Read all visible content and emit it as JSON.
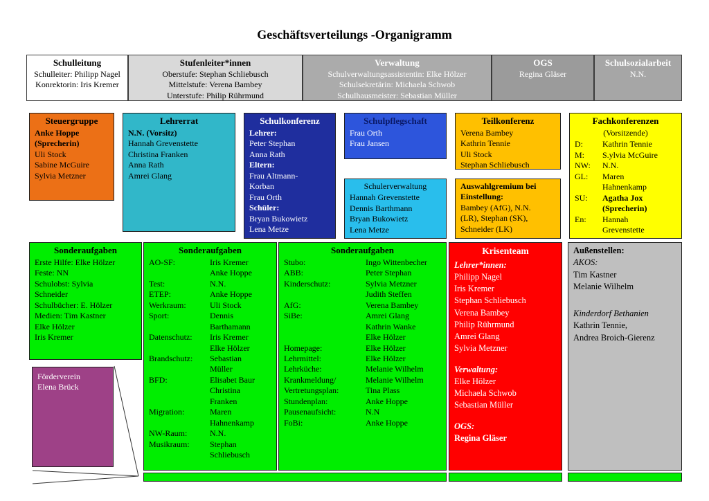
{
  "title": "Geschäftsverteilungs -Organigramm",
  "top_row": {
    "schulleitung": {
      "title": "Schulleitung",
      "lines": [
        "Schulleiter: Philipp Nagel",
        "Konrektorin: Iris Kremer"
      ]
    },
    "stufenleiter": {
      "title": "Stufenleiter*innen",
      "lines": [
        "Oberstufe: Stephan Schliebusch",
        "Mittelstufe: Verena Bambey",
        "Unterstufe: Philip Rührmund"
      ]
    },
    "verwaltung": {
      "title": "Verwaltung",
      "lines": [
        "Schulverwaltungsassistentin: Elke Hölzer",
        "Schulsekretärin: Michaela Schwob",
        "Schulhausmeister: Sebastian Müller"
      ]
    },
    "ogs": {
      "title": "OGS",
      "lines": [
        "Regina Gläser"
      ]
    },
    "schulsozialarbeit": {
      "title": "Schulsozialarbeit",
      "lines": [
        "N.N."
      ]
    }
  },
  "steuergruppe": {
    "title": "Steuergruppe",
    "leader": "Anke Hoppe\n(Sprecherin)",
    "members": [
      "Uli Stock",
      "Sabine McGuire",
      "Sylvia Metzner"
    ]
  },
  "lehrerrat": {
    "title": "Lehrerrat",
    "leader": "N.N. (Vorsitz)",
    "members": [
      "Hannah Grevenstette",
      "Christina Franken",
      "Anna Rath",
      "Amrei Glang"
    ]
  },
  "schulkonferenz": {
    "title": "Schulkonferenz",
    "groups": [
      {
        "label": "Lehrer:",
        "names": [
          "Peter Stephan",
          "Anna Rath"
        ]
      },
      {
        "label": "Eltern:",
        "names": [
          "Frau Altmann-",
          "Korban",
          "Frau Orth"
        ]
      },
      {
        "label": "Schüler:",
        "names": [
          "Bryan Bukowietz",
          "Lena Metze"
        ]
      }
    ]
  },
  "schulpflegschaft": {
    "title": "Schulpflegschaft",
    "members": [
      "Frau Orth",
      "Frau Jansen"
    ]
  },
  "schuelerverwaltung": {
    "title": "Schulerverwaltung",
    "members": [
      "Hannah Grevenstette",
      "Dennis Barthmann",
      "Bryan Bukowietz",
      "Lena Metze"
    ]
  },
  "teilkonferenz": {
    "title": "Teilkonferenz",
    "members": [
      "Verena Bambey",
      "Kathrin Tennie",
      "Uli Stock",
      "Stephan Schliebusch"
    ]
  },
  "auswahlgremium": {
    "title": "Auswahlgremium bei Einstellung:",
    "text": "Bambey (AfG), N.N.\n(LR), Stephan (SK),\nSchneider (LK)"
  },
  "fachkonferenzen": {
    "title": "Fachkonferenzen",
    "subtitle": "(Vorsitzende)",
    "rows": [
      {
        "key": "D:",
        "values": [
          "Kathrin Tennie"
        ]
      },
      {
        "key": "M:",
        "values": [
          "S.ylvia McGuire"
        ]
      },
      {
        "key": "NW:",
        "values": [
          "N.N."
        ]
      },
      {
        "key": "GL:",
        "values": [
          "Maren",
          "Hahnenkamp"
        ]
      },
      {
        "key": "SU:",
        "values": [
          "Agatha Jox",
          "(Sprecherin)"
        ]
      },
      {
        "key": "En:",
        "values": [
          "Hannah",
          "Grevenstette"
        ]
      }
    ]
  },
  "sonderaufgaben_links": {
    "title": "Sonderaufgaben",
    "lines": [
      "Erste Hilfe: Elke Hölzer",
      "Feste:  NN",
      "Schulobst: Sylvia",
      "Schneider",
      "Schulbücher: E. Hölzer",
      "Medien: Tim Kastner",
      "Elke Hölzer",
      "Iris Kremer"
    ]
  },
  "foerderverein": {
    "title": "Förderverein",
    "member": "Elena Brück"
  },
  "sonderaufgaben_mitte": {
    "title": "Sonderaufgaben",
    "rows": [
      {
        "key": "AO-SF:",
        "values": [
          "Iris Kremer",
          "Anke Hoppe"
        ]
      },
      {
        "key": "Test:",
        "values": [
          "N.N."
        ]
      },
      {
        "key": "ETEP:",
        "values": [
          "Anke Hoppe"
        ]
      },
      {
        "key": "Werkraum:",
        "values": [
          "Uli Stock"
        ]
      },
      {
        "key": "Sport:",
        "values": [
          "Dennis",
          "Barthamann"
        ]
      },
      {
        "key": "Datenschutz:",
        "values": [
          "Iris Kremer",
          "Elke Hölzer"
        ]
      },
      {
        "key": "Brandschutz:",
        "values": [
          "Sebastian",
          "Müller"
        ]
      },
      {
        "key": "BFD:",
        "values": [
          "Elisabet Baur",
          "Christina",
          "Franken"
        ]
      },
      {
        "key": "Migration:",
        "values": [
          "Maren",
          "Hahnenkamp"
        ]
      },
      {
        "key": "NW-Raum:",
        "values": [
          "N.N."
        ]
      },
      {
        "key": "Musikraum:",
        "values": [
          "Stephan",
          "Schliebusch"
        ]
      }
    ]
  },
  "sonderaufgaben_rechts": {
    "title": "Sonderaufgaben",
    "rows": [
      {
        "key": "Stubo:",
        "values": [
          "Ingo Wittenbecher"
        ]
      },
      {
        "key": "ABB:",
        "values": [
          "Peter Stephan"
        ]
      },
      {
        "key": "Kinderschutz:",
        "values": [
          "Sylvia Metzner",
          "Judith Steffen"
        ]
      },
      {
        "key": "AfG:",
        "values": [
          "Verena Bambey"
        ]
      },
      {
        "key": "SiBe:",
        "values": [
          "Amrei Glang",
          "Kathrin Wanke",
          "Elke Hölzer"
        ]
      },
      {
        "key": "Homepage:",
        "values": [
          "Elke Hölzer"
        ]
      },
      {
        "key": "Lehrmittel:",
        "values": [
          "Elke Hölzer"
        ]
      },
      {
        "key": "Lehrküche:",
        "values": [
          "Melanie Wilhelm"
        ]
      },
      {
        "key": "Krankmeldung/\nVertretungsplan:",
        "values": [
          "Melanie Wilhelm",
          "Tina Plass"
        ]
      },
      {
        "key": "Stundenplan:",
        "values": [
          "Anke Hoppe"
        ]
      },
      {
        "key": "Pausenaufsicht:",
        "values": [
          "N.N"
        ]
      },
      {
        "key": "FoBi:",
        "values": [
          "Anke Hoppe"
        ]
      }
    ]
  },
  "krisenteam": {
    "title": "Krisenteam",
    "sections": [
      {
        "label": "Lehrer*innen:",
        "names": [
          "Philipp Nagel",
          "Iris Kremer",
          "Stephan Schliebusch",
          "Verena Bambey",
          "Philip Rührmund",
          "Amrei Glang",
          "Sylvia Metzner"
        ]
      },
      {
        "label": "Verwaltung:",
        "names": [
          "Elke Hölzer",
          "Michaela Schwob",
          "Sebastian Müller"
        ]
      },
      {
        "label": "OGS:",
        "names": [
          "Regina Gläser"
        ]
      }
    ]
  },
  "aussenstellen": {
    "title": "Außenstellen:",
    "sections": [
      {
        "label": "AKOS:",
        "names": [
          "Tim Kastner",
          "Melanie Wilhelm"
        ]
      },
      {
        "label": "Kinderdorf Bethanien",
        "names": [
          "Kathrin Tennie,",
          "Andrea Broich-Gierenz"
        ]
      }
    ]
  },
  "colors": {
    "orange": "#EC7016",
    "teal": "#31B7C9",
    "navy": "#1F2E9E",
    "royal": "#2D55DC",
    "navytext": "#0A1966",
    "cyan": "#29BEEC",
    "gold": "#FFC000",
    "yellow": "#FFFF00",
    "green": "#00EE00",
    "red": "#FF0000",
    "purple": "#9E4187",
    "graybox": "#BFBFBF",
    "toplight": "#D9D9D9",
    "topmid": "#ABABAB",
    "topmid2": "#A6A6A6",
    "topdark": "#9B9B9B"
  }
}
